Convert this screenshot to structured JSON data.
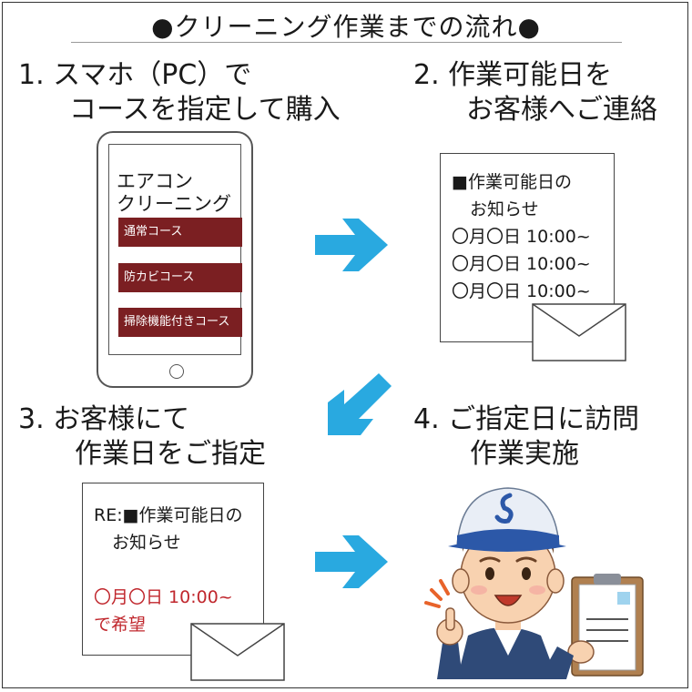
{
  "title": "●クリーニング作業までの流れ●",
  "steps": [
    {
      "line1": "1. スマホ（PC）で",
      "line2": "コースを指定して購入"
    },
    {
      "line1": "2. 作業可能日を",
      "line2": "お客様へご連絡"
    },
    {
      "line1": "3. お客様にて",
      "line2": "作業日をご指定"
    },
    {
      "line1": "4. ご指定日に訪問",
      "line2": "作業実施"
    }
  ],
  "tablet": {
    "title_line1": "エアコン",
    "title_line2": "クリーニング",
    "courses": [
      "通常コース",
      "防カビコース",
      "掃除機能付きコース"
    ]
  },
  "notice1": {
    "heading": "■作業可能日の",
    "heading2": "お知らせ",
    "dates": [
      "〇月〇日 10:00~",
      "〇月〇日 10:00~",
      "〇月〇日 10:00~"
    ]
  },
  "notice2": {
    "heading": "RE:■作業可能日の",
    "heading2": "お知らせ",
    "request_line1": "〇月〇日 10:00~",
    "request_line2": "で希望"
  },
  "colors": {
    "arrow": "#29a9e0",
    "course_button": "#7b1f22",
    "request_text": "#c0272d"
  }
}
